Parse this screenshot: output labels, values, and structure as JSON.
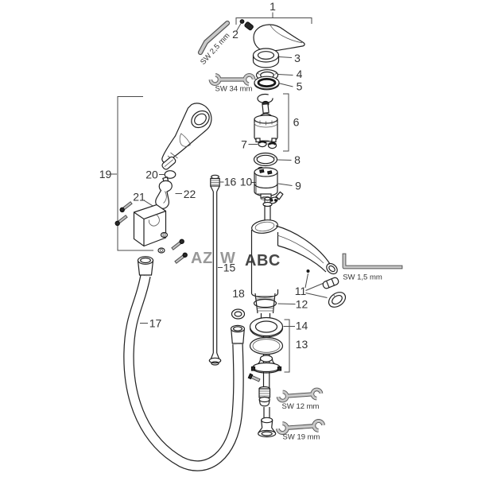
{
  "diagram_type": "exploded-parts-diagram",
  "colors": {
    "background": "#ffffff",
    "line": "#222222",
    "label_text": "#333333",
    "tool_fill": "#c9c9c9",
    "tool_edge": "#555555",
    "watermark_green": "#a3c64a",
    "watermark_faint": "#e2e6dc"
  },
  "watermark": {
    "main": "ABC",
    "faint_left": "AZ",
    "faint_mid": "W"
  },
  "labels": {
    "p1": "1",
    "p2": "2",
    "p3": "3",
    "p4": "4",
    "p5": "5",
    "p6": "6",
    "p7": "7",
    "p8": "8",
    "p9": "9",
    "p10": "10",
    "p11": "11",
    "p12": "12",
    "p13": "13",
    "p14": "14",
    "p15": "15",
    "p16": "16",
    "p17": "17",
    "p18": "18",
    "p19": "19",
    "p20": "20",
    "p21": "21",
    "p22": "22"
  },
  "tools": {
    "sw25": "SW 2,5 mm",
    "sw34": "SW 34 mm",
    "sw15": "SW 1,5 mm",
    "sw12": "SW 12 mm",
    "sw19": "SW 19 mm"
  }
}
